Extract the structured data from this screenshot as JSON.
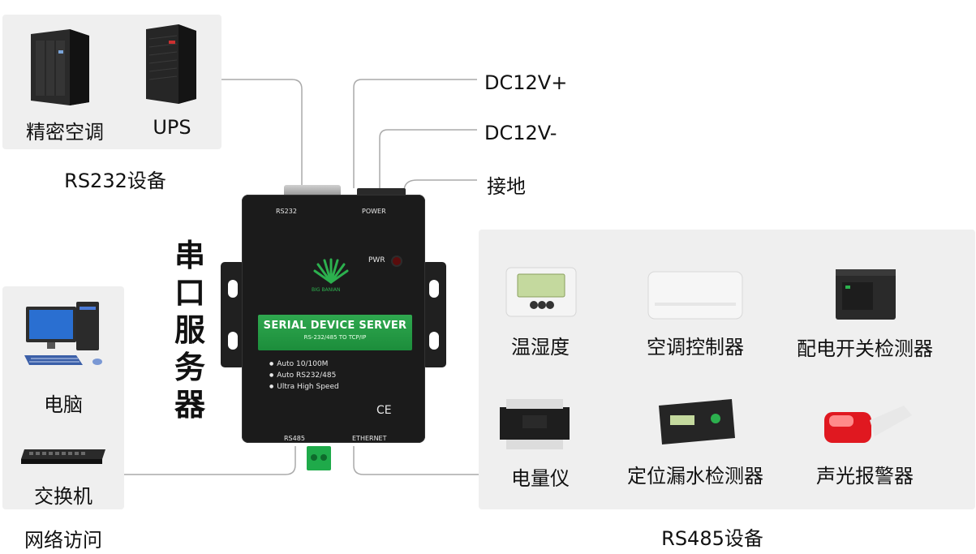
{
  "rs232": {
    "items": [
      "精密空调",
      "UPS"
    ],
    "group_label": "RS232设备"
  },
  "network": {
    "items": [
      "电脑",
      "交换机"
    ],
    "group_label": "网络访问"
  },
  "power": [
    "DC12V+",
    "DC12V-",
    "接地"
  ],
  "center_title": [
    "串",
    "口",
    "服",
    "务",
    "器"
  ],
  "device": {
    "port_rs232": "RS232",
    "port_power": "POWER",
    "pwr": "PWR",
    "brand": "BIG BANIAN",
    "band_title": "SERIAL DEVICE SERVER",
    "band_sub": "RS-232/485 TO TCP/IP",
    "features": [
      "Auto 10/100M",
      "Auto RS232/485",
      "Ultra High Speed"
    ],
    "ce": "CE",
    "port_rs485": "RS485",
    "port_ethernet": "ETHERNET"
  },
  "rs485": {
    "items_row1": [
      "温湿度",
      "空调控制器",
      "配电开关检测器"
    ],
    "items_row2": [
      "电量仪",
      "定位漏水检测器",
      "声光报警器"
    ],
    "group_label": "RS485设备"
  },
  "colors": {
    "panel": "#efefef",
    "line": "#aaaaaa",
    "device": "#1b1b1b",
    "band": "#2a9e48"
  }
}
